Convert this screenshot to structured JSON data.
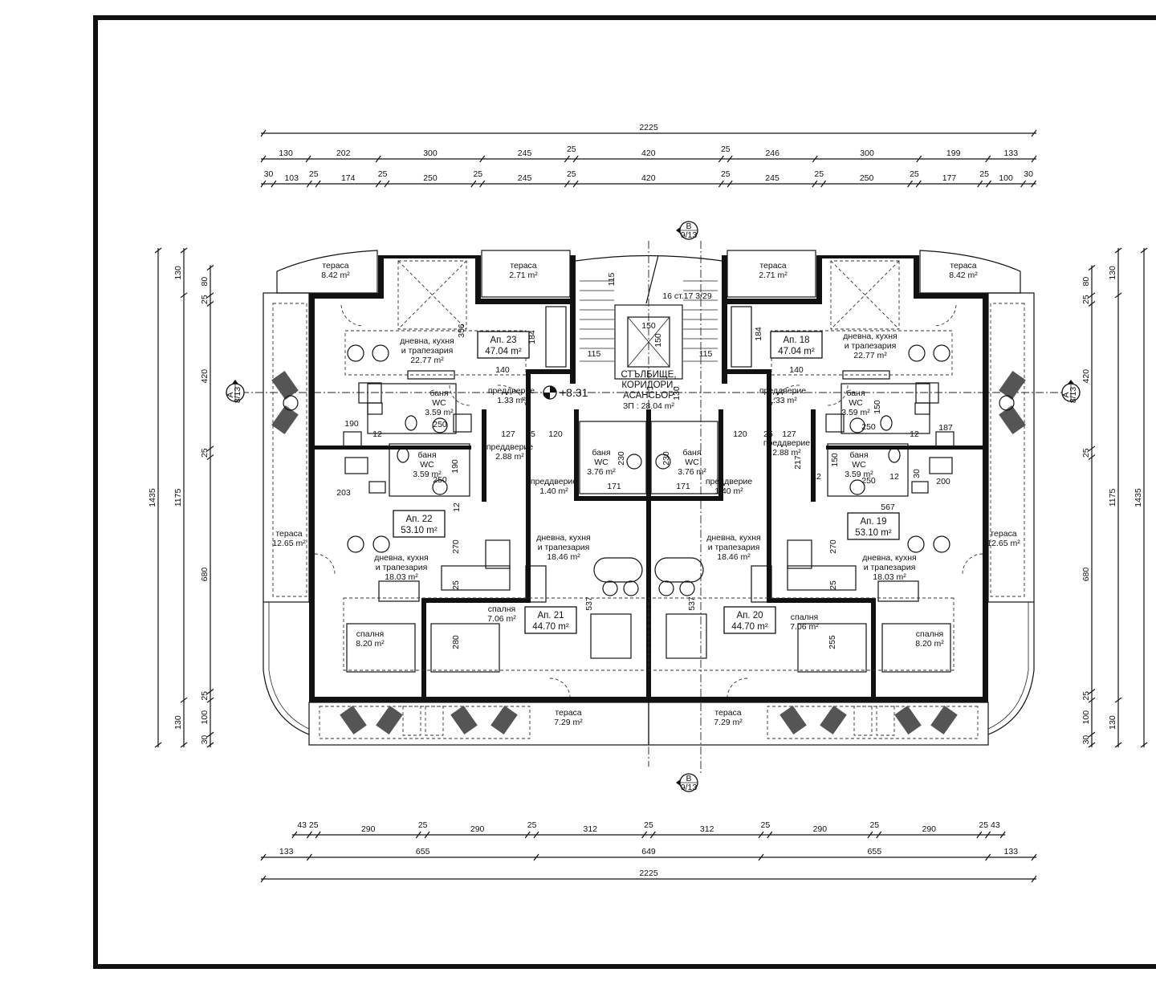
{
  "dimensions": {
    "top": [
      [
        2225
      ],
      [
        130,
        202,
        300,
        245,
        25,
        420,
        25,
        246,
        300,
        199,
        133
      ],
      [
        30,
        103,
        25,
        174,
        25,
        250,
        25,
        245,
        25,
        420,
        25,
        245,
        25,
        250,
        25,
        177,
        25,
        100,
        30
      ]
    ],
    "bottom": [
      [
        43,
        25,
        290,
        25,
        290,
        25,
        312,
        25,
        312,
        25,
        290,
        25,
        290,
        25,
        43
      ],
      [
        133,
        655,
        649,
        655,
        133
      ],
      [
        2225
      ]
    ],
    "left": [
      [
        1435
      ],
      [
        130,
        1175,
        130
      ],
      [
        80,
        25,
        420,
        25,
        680,
        25,
        100,
        30
      ]
    ],
    "right": [
      [
        80,
        25,
        420,
        25,
        680,
        25,
        100,
        30
      ],
      [
        130,
        1175,
        130
      ],
      [
        1435
      ]
    ]
  },
  "sections": {
    "a_left": {
      "letter": "A",
      "sheet": "8/13"
    },
    "a_right": {
      "letter": "A",
      "sheet": "8/13"
    },
    "b_top": {
      "letter": "B",
      "sheet": "9/13"
    },
    "b_bottom": {
      "letter": "B",
      "sheet": "9/13"
    }
  },
  "apartments": [
    {
      "number": "Ап. 23",
      "area": "47.04 m²"
    },
    {
      "number": "Ап. 22",
      "area": "53.10 m²"
    },
    {
      "number": "Ап. 21",
      "area": "44.70 m²"
    },
    {
      "number": "Ап. 20",
      "area": "44.70 m²"
    },
    {
      "number": "Ап. 19",
      "area": "53.10 m²"
    },
    {
      "number": "Ап. 18",
      "area": "47.04 m²"
    }
  ],
  "rooms": [
    {
      "l1": "тераса",
      "area": "8.42 m²"
    },
    {
      "l1": "тераса",
      "area": "2.71 m²"
    },
    {
      "l1": "тераса",
      "area": "2.71 m²"
    },
    {
      "l1": "тераса",
      "area": "8.42 m²"
    },
    {
      "l1": "дневна, кухня",
      "l2": "и трапезария",
      "area": "22.77 m²"
    },
    {
      "l1": "дневна, кухня",
      "l2": "и трапезария",
      "area": "22.77 m²"
    },
    {
      "l1": "баня",
      "l2": "WC",
      "area": "3.59 m²"
    },
    {
      "l1": "баня",
      "l2": "WC",
      "area": "3.59 m²"
    },
    {
      "l1": "преддверие",
      "area": "1.33 m²"
    },
    {
      "l1": "преддверие",
      "area": "1.33 m²"
    },
    {
      "l1": "баня",
      "l2": "WC",
      "area": "3.59 m²"
    },
    {
      "l1": "баня",
      "l2": "WC",
      "area": "3.59 m²"
    },
    {
      "l1": "преддверие",
      "area": "2.88 m²"
    },
    {
      "l1": "преддверие",
      "area": "2.88 m²"
    },
    {
      "l1": "баня",
      "l2": "WC",
      "area": "3.76 m²"
    },
    {
      "l1": "баня",
      "l2": "WC",
      "area": "3.76 m²"
    },
    {
      "l1": "преддверие",
      "area": "1.40 m²"
    },
    {
      "l1": "преддверие",
      "area": "1.40 m²"
    },
    {
      "l1": "тераса",
      "area": "12.65 m²"
    },
    {
      "l1": "тераса",
      "area": "12.65 m²"
    },
    {
      "l1": "дневна, кухня",
      "l2": "и трапезария",
      "area": "18.03 m²"
    },
    {
      "l1": "дневна, кухня",
      "l2": "и трапезария",
      "area": "18.46 m²"
    },
    {
      "l1": "дневна, кухня",
      "l2": "и трапезария",
      "area": "18.46 m²"
    },
    {
      "l1": "дневна, кухня",
      "l2": "и трапезария",
      "area": "18.03 m²"
    },
    {
      "l1": "спалня",
      "area": "7.06 m²"
    },
    {
      "l1": "спалня",
      "area": "7.06 m²"
    },
    {
      "l1": "спалня",
      "area": "8.20 m²"
    },
    {
      "l1": "спалня",
      "area": "8.20 m²"
    },
    {
      "l1": "тераса",
      "area": "7.29 m²"
    },
    {
      "l1": "тераса",
      "area": "7.29 m²"
    }
  ],
  "core": {
    "l1": "СТЪЛБИЩЕ,",
    "l2": "КОРИДОРИ,",
    "l3": "АСАНСЬОР",
    "area": "ЗП : 28.04 m²",
    "level": "+8.31",
    "stair_note": "16 ст.17 3/29"
  },
  "inner_dims": [
    "356",
    "184",
    "140",
    "115",
    "115",
    "115",
    "150",
    "150",
    "184",
    "140",
    "190",
    "12",
    "250",
    "127",
    "25",
    "120",
    "190",
    "250",
    "230",
    "120",
    "127",
    "25",
    "187",
    "12",
    "250",
    "150",
    "130",
    "217",
    "150",
    "12",
    "250",
    "12",
    "30",
    "200",
    "203",
    "12",
    "567",
    "270",
    "270",
    "25",
    "25",
    "537",
    "537",
    "280",
    "255",
    "230",
    "171",
    "171"
  ]
}
